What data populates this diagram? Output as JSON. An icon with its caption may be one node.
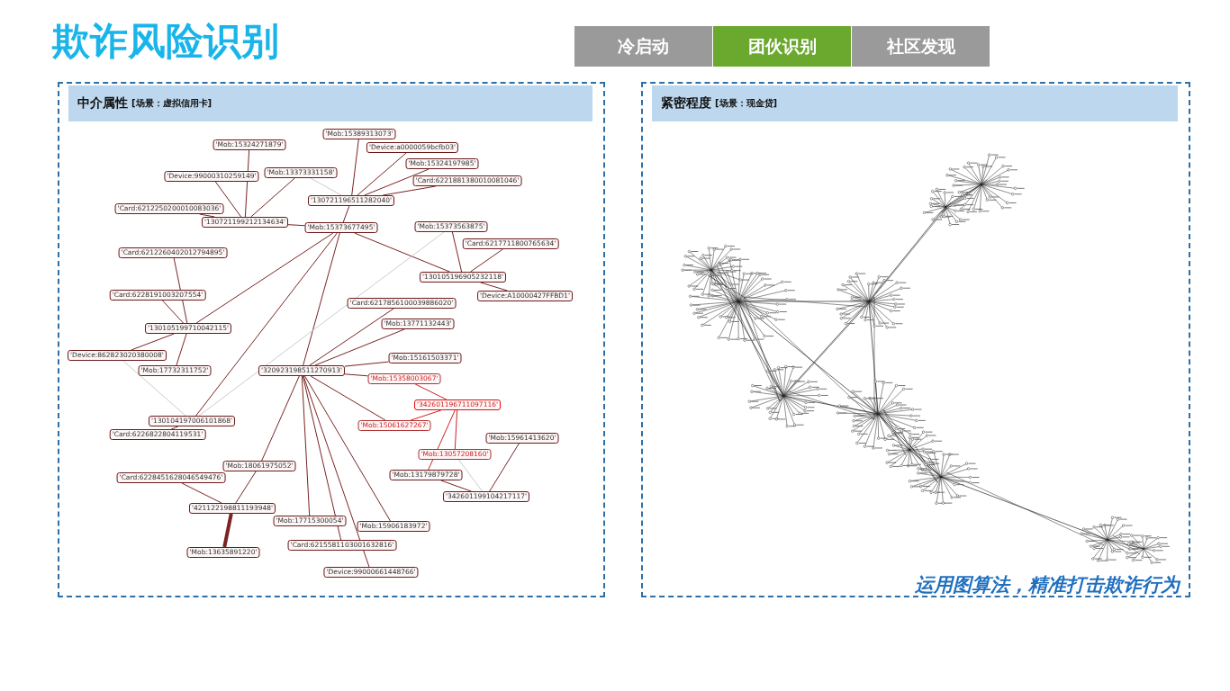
{
  "diagram": {
    "title": "欺诈风险识别",
    "nodes": [
      {
        "text": [
          "中介属性",
          "[场景：虚拟信用卡]"
        ]
      },
      {
        "text": [
          "紧密程度",
          "[场景：现金贷]"
        ]
      },
      {
        "text": [
          "'Mob:15324271879'"
        ],
        "in": 0
      },
      {
        "text": [
          "'Device:99000310259149'"
        ],
        "in": 0
      },
      {
        "text": [
          "'Mob:13373331158'"
        ],
        "in": 0
      },
      {
        "text": [
          "'Card:6212250200010083036'"
        ],
        "in": 0
      },
      {
        "text": [
          "'130721199212134634'"
        ],
        "in": 0
      },
      {
        "text": [
          "'Mob:15389313073'"
        ],
        "in": 0
      },
      {
        "text": [
          "'Device:a0000059bcfb03'"
        ],
        "in": 0
      },
      {
        "text": [
          "'Mob:15324197985'"
        ],
        "in": 0
      },
      {
        "text": [
          "'Card:6221881380010081046'"
        ],
        "in": 0
      },
      {
        "text": [
          "'130721196511282040'"
        ],
        "in": 0
      },
      {
        "text": [
          "'Mob:15373677495'"
        ],
        "in": 0
      },
      {
        "text": [
          "'Mob:15373563875'"
        ],
        "in": 0
      },
      {
        "text": [
          "'Card:6217711800765634'"
        ],
        "in": 0
      },
      {
        "text": [
          "'130105196905232118'"
        ],
        "in": 0
      },
      {
        "text": [
          "'Device:A10000427FFBD1'"
        ],
        "in": 0
      },
      {
        "text": [
          "'Card:6212260402012794895'"
        ],
        "in": 0
      },
      {
        "text": [
          "'Card:6228191003207554'"
        ],
        "in": 0
      },
      {
        "text": [
          "'130105199710042115'"
        ],
        "in": 0
      },
      {
        "text": [
          "'Device:862823020380008'"
        ],
        "in": 0
      },
      {
        "text": [
          "'Mob:17732311752'"
        ],
        "in": 0
      },
      {
        "text": [
          "'Card:6217856100039886020'"
        ],
        "in": 0
      },
      {
        "text": [
          "'Mob:13771132443'"
        ],
        "in": 0
      },
      {
        "text": [
          "'Mob:15161503371'"
        ],
        "in": 0
      },
      {
        "text": [
          "'320923198511270913'"
        ],
        "in": 0
      },
      {
        "text": [
          "'Mob:15358003067'"
        ],
        "in": 0
      },
      {
        "text": [
          "'342601196711097116'"
        ],
        "in": 0
      },
      {
        "text": [
          "'Mob:15061627267'"
        ],
        "in": 0
      },
      {
        "text": [
          "'130104197006101868'"
        ],
        "in": 0
      },
      {
        "text": [
          "'Card:6226822804119531'"
        ],
        "in": 0
      },
      {
        "text": [
          "'Mob:15961413620'"
        ],
        "in": 0
      },
      {
        "text": [
          "'Mob:13057208160'"
        ],
        "in": 0
      },
      {
        "text": [
          "'Mob:13179879728'"
        ],
        "in": 0
      },
      {
        "text": [
          "'342601199104217117'"
        ],
        "in": 0
      },
      {
        "text": [
          "'Mob:18061975052'"
        ],
        "in": 0
      },
      {
        "text": [
          "'Card:6228451628046549476'"
        ],
        "in": 0
      },
      {
        "text": [
          "'421122198811193948'"
        ],
        "in": 0
      },
      {
        "text": [
          "'Mob:17715300054'"
        ],
        "in": 0
      },
      {
        "text": [
          "'Mob:15906183972'"
        ],
        "in": 0
      },
      {
        "text": [
          "'Card:6215581103001632816'"
        ],
        "in": 0
      },
      {
        "text": [
          "'Mob:13635891220'"
        ],
        "in": 0
      },
      {
        "text": [
          "'Device:99000661448766'"
        ],
        "in": 0
      }
    ],
    "edges": [
      {
        "from": 2,
        "to": 6,
        "arrow": "none"
      },
      {
        "from": 3,
        "to": 6,
        "arrow": "none"
      },
      {
        "from": 4,
        "to": 6,
        "arrow": "none"
      },
      {
        "from": 5,
        "to": 6,
        "arrow": "none"
      },
      {
        "from": 6,
        "to": 12,
        "arrow": "none"
      },
      {
        "from": 4,
        "to": 11,
        "arrow": "none",
        "color": "#cccccc"
      },
      {
        "from": 7,
        "to": 11,
        "arrow": "none"
      },
      {
        "from": 8,
        "to": 11,
        "arrow": "none"
      },
      {
        "from": 9,
        "to": 11,
        "arrow": "none"
      },
      {
        "from": 10,
        "to": 11,
        "arrow": "none"
      },
      {
        "from": 11,
        "to": 12,
        "arrow": "none"
      },
      {
        "from": 12,
        "to": 25,
        "arrow": "none"
      },
      {
        "from": 12,
        "to": 15,
        "arrow": "none"
      },
      {
        "from": 13,
        "to": 15,
        "arrow": "none"
      },
      {
        "from": 14,
        "to": 15,
        "arrow": "none"
      },
      {
        "from": 15,
        "to": 16,
        "arrow": "none"
      },
      {
        "from": 12,
        "to": 19,
        "arrow": "none"
      },
      {
        "from": 12,
        "to": 29,
        "arrow": "none"
      },
      {
        "from": 13,
        "to": 29,
        "arrow": "none",
        "color": "#cccccc"
      },
      {
        "from": 17,
        "to": 19,
        "arrow": "none"
      },
      {
        "from": 18,
        "to": 19,
        "arrow": "none"
      },
      {
        "from": 19,
        "to": 20,
        "arrow": "none"
      },
      {
        "from": 19,
        "to": 21,
        "arrow": "none"
      },
      {
        "from": 20,
        "to": 29,
        "arrow": "none",
        "color": "#cccccc"
      },
      {
        "from": 29,
        "to": 30,
        "arrow": "none"
      },
      {
        "from": 25,
        "to": 22,
        "arrow": "none"
      },
      {
        "from": 25,
        "to": 23,
        "arrow": "none"
      },
      {
        "from": 25,
        "to": 24,
        "arrow": "none"
      },
      {
        "from": 25,
        "to": 26,
        "arrow": "none"
      },
      {
        "from": 25,
        "to": 28,
        "arrow": "none"
      },
      {
        "from": 26,
        "to": 27,
        "arrow": "none",
        "color": "#cc2222"
      },
      {
        "from": 28,
        "to": 27,
        "arrow": "none",
        "color": "#cc2222"
      },
      {
        "from": 27,
        "to": 32,
        "arrow": "none",
        "color": "#cc2222"
      },
      {
        "from": 27,
        "to": 33,
        "arrow": "none",
        "color": "#cc2222"
      },
      {
        "from": 32,
        "to": 34,
        "arrow": "none",
        "color": "#cccccc"
      },
      {
        "from": 33,
        "to": 34,
        "arrow": "none"
      },
      {
        "from": 31,
        "to": 34,
        "arrow": "none"
      },
      {
        "from": 25,
        "to": 35,
        "arrow": "none"
      },
      {
        "from": 35,
        "to": 37,
        "arrow": "none"
      },
      {
        "from": 36,
        "to": 37,
        "arrow": "none"
      },
      {
        "from": 37,
        "to": 41,
        "arrow": "none",
        "style": "thick"
      },
      {
        "from": 25,
        "to": 38,
        "arrow": "none"
      },
      {
        "from": 25,
        "to": 40,
        "arrow": "none"
      },
      {
        "from": 25,
        "to": 42,
        "arrow": "none"
      },
      {
        "from": 25,
        "to": 39,
        "arrow": "none"
      }
    ],
    "labels": [
      "冷启动",
      "团伙识别",
      "社区发现",
      "运用图算法，精准打击欺诈行为"
    ]
  }
}
